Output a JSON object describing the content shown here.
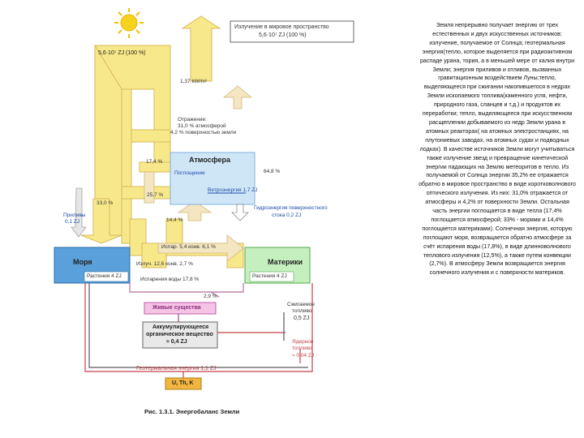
{
  "diagram": {
    "labels": {
      "outer_space": "Излучение в мировое пространство",
      "outer_space_value": "5,6·10⁷ ZJ   (100 %)",
      "incoming_sun": "5,6·10⁷ ZJ   (100 %)",
      "solar_constant": "1,37 kW/m²",
      "reflection_1": "Отражение:",
      "reflection_2": "31,0 % атмосферой",
      "reflection_3": "4,2 % поверхностью земли",
      "atm_17_4": "17,4 %",
      "atm_33": "33,0 %",
      "atm_64_8": "64,8 %",
      "atm_25_7": "25,7 %",
      "atm_14_4": "14,4 %",
      "atmosphere_title": "Атмосфера",
      "atmosphere_absorption": "Поглощение",
      "wind_energy": "Ветроэнергия 1,7 ZJ",
      "hydro_1": "Гидроэнергия поверхностного",
      "hydro_2": "стока 0,2 ZJ",
      "tides_1": "Приливы",
      "tides_2": "0,1 ZJ",
      "evaporation": "Испар. 5,4 конв. 6,1 %",
      "radiation": "Излуч. 12,6 конв. 2,7 %",
      "water_evap": "Испарения воды 17,8 %",
      "seas_title": "Моря",
      "seas_plants": "Растения 4 ZJ",
      "continents_title": "Материки",
      "continents_plants": "Растения 4 ZJ",
      "pct_2_9": "2,9 %",
      "living_beings": "Живые существа",
      "accumulating_1": "Аккумулирующееся",
      "accumulating_2": "органическое вещество",
      "accumulating_3": "≈ 0,4 ZJ",
      "burned_1": "Сжигаемое",
      "burned_2": "топливо",
      "burned_3": "0,5 ZJ",
      "nuclear_1": "Ядерное",
      "nuclear_2": "топливо",
      "nuclear_3": "≈ 0,04 ZJ",
      "geothermal": "Геотермальная энергия 1,1 ZJ",
      "elements": "U, Th, K",
      "caption": "Рис. 1.3.1.  Энергобаланс Земли"
    }
  },
  "side_text": "Земля непрерывно получает энергию от трех естественных и двух искусственных источников: излучение, получаемое от Солнца; геотермальная энергия(тепло, которое выделяется при радиоактивном распаде урана, тория, а в меньшей мере от калия внутри Земли; энергия приливов и отливов, вызванных гравитационным воздействием Луны;тепло, выделяющееся при сжигании накопившегося в недрах Земли ископаемого топлива(каменного угля, нефти, природного газа, сланцев и т.д.) и продуктов их переработки; тепло, выделяющееся при искусственном расщеплении добываемого из недр Земли урана в атомных реакторах( на атомных электростанциях, на плутониевых заводах, на атомных судах и подводных лодках). В качестве источников Земли могут учитываться также излучение звезд и превращение кинетической энергии падающих на Землю метеоритов в тепло. Из получаемой от Солнца энергии 35,2% ее отражается обратно в мировое пространство в виде коротковолнового оптического излучения. Из них: 31,0% отражается от атмосферы и 4,2% от поверхности Земли. Остальная часть энергии поглощается в виде тепла (17,4% поглощается атмосферой; 33% - морями и 14,4% поглощается материками). Солнечная энергия, которую поглощают моря, возвращается обратно атмосфере за счёт испарения воды (17,8%), в виде длинноволнового теплового излучения (12,5%), а также путем конвекции (2,7%). В атмосферу Земли возвращается энергия солнечного излучения и с поверхности материков.",
  "colors": {
    "flow_yellow": "#f7e98a",
    "flow_outline": "#d9b95a",
    "atmosphere_blue": "#cfe6f7",
    "seas_blue": "#5aa0da",
    "continents_green": "#c6efc0",
    "living_pink": "#f4c3e6",
    "geothermal_orange": "#f2b640",
    "sun": "#f7d21c"
  }
}
